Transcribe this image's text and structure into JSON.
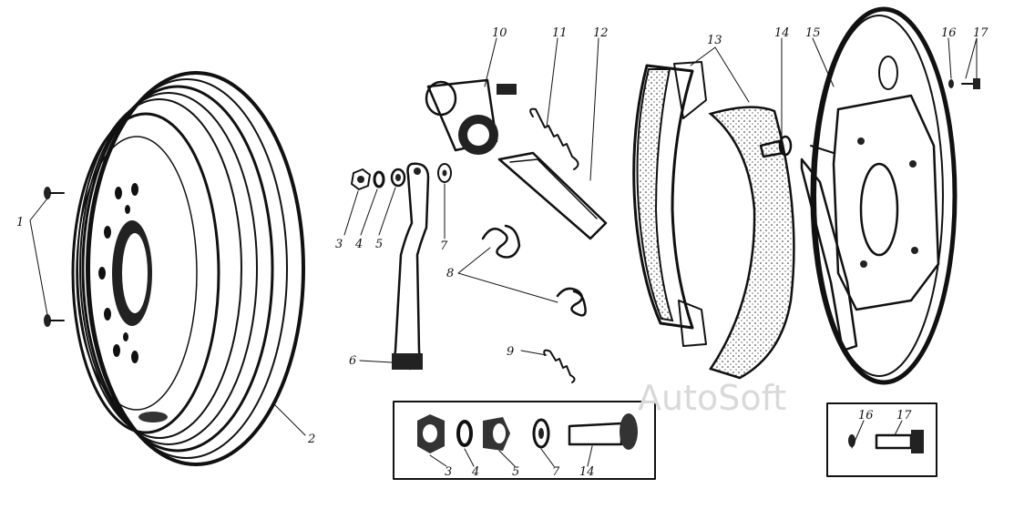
{
  "watermark": "AutoSoft",
  "labels": {
    "l1": "1",
    "l2": "2",
    "l3": "3",
    "l4": "4",
    "l5": "5",
    "l6": "6",
    "l7": "7",
    "l8": "8",
    "l9": "9",
    "l10": "10",
    "l11": "11",
    "l12": "12",
    "l13": "13",
    "l14": "14",
    "l15": "15",
    "l16": "16",
    "l17": "17"
  },
  "inset_bolt": {
    "l3": "3",
    "l4": "4",
    "l5": "5",
    "l7": "7",
    "l14": "14"
  },
  "inset_screw": {
    "l16": "16",
    "l17": "17"
  }
}
